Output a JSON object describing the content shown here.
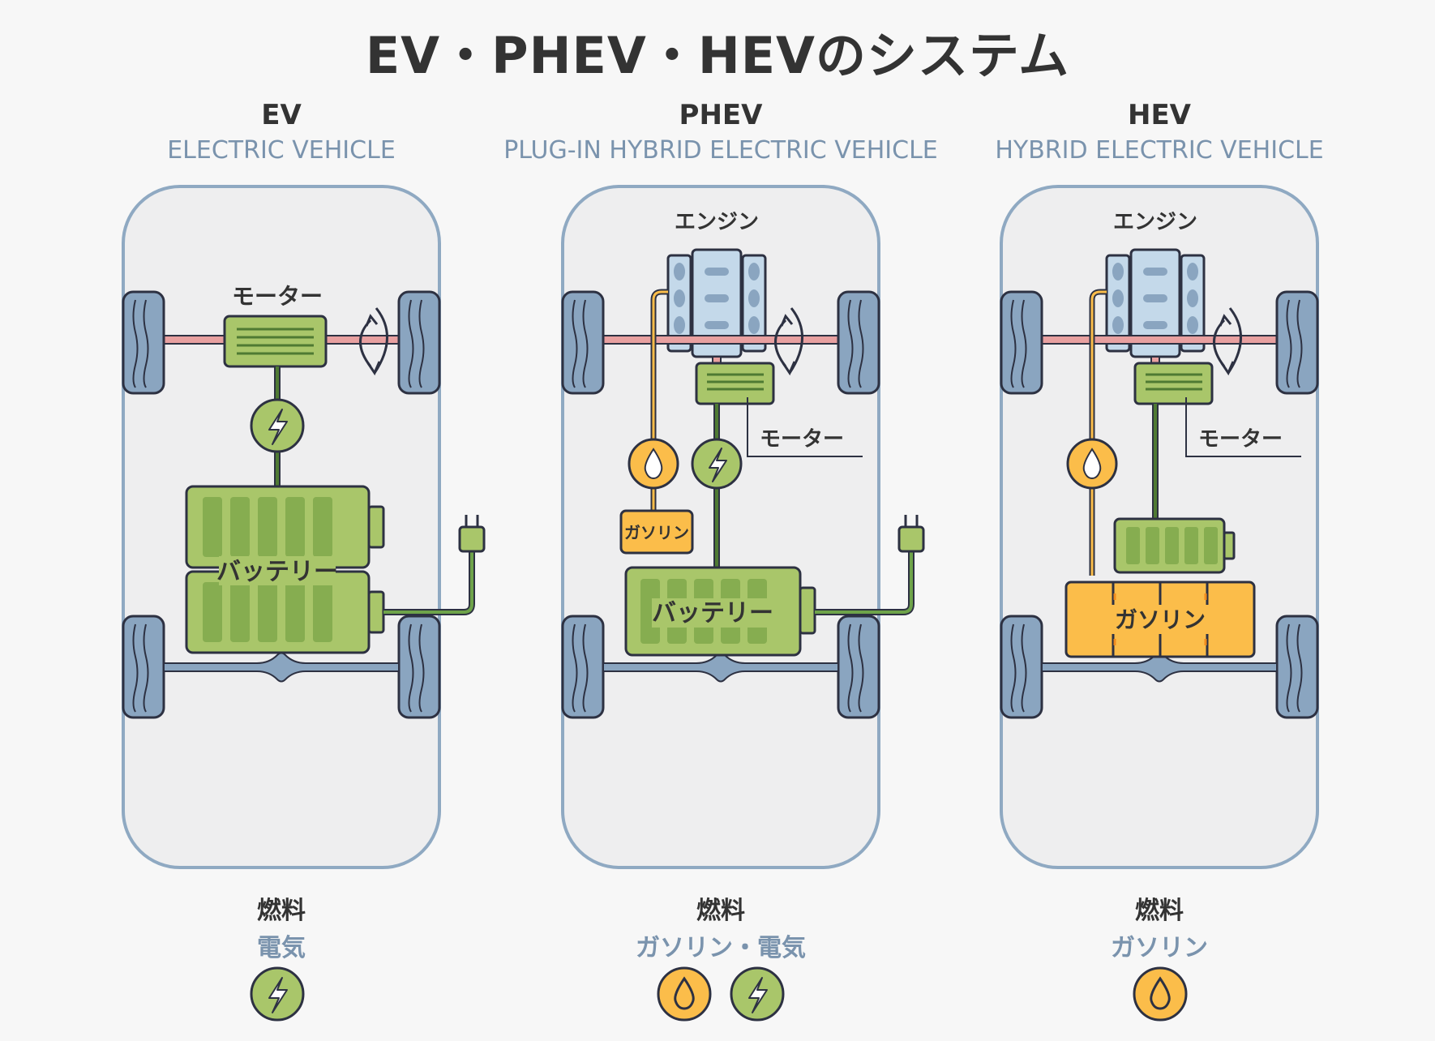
{
  "title": "EV・PHEV・HEVのシステム",
  "columns": [
    {
      "name": "EV",
      "subtitle": "ELECTRIC VEHICLE",
      "motor_label": "モーター",
      "battery_label": "バッテリー",
      "fuel_label": "燃料",
      "fuel_value": "電気",
      "fuel_icons": [
        "lightning-icon"
      ]
    },
    {
      "name": "PHEV",
      "subtitle": "PLUG-IN HYBRID ELECTRIC VEHICLE",
      "engine_label": "エンジン",
      "motor_label": "モーター",
      "gasoline_label": "ガソリン",
      "battery_label": "バッテリー",
      "fuel_label": "燃料",
      "fuel_value": "ガソリン・電気",
      "fuel_icons": [
        "fuel-drop-icon",
        "lightning-icon"
      ]
    },
    {
      "name": "HEV",
      "subtitle": "HYBRID ELECTRIC VEHICLE",
      "engine_label": "エンジン",
      "motor_label": "モーター",
      "gasoline_label": "ガソリン",
      "fuel_label": "燃料",
      "fuel_value": "ガソリン",
      "fuel_icons": [
        "fuel-drop-icon"
      ]
    }
  ],
  "colors": {
    "green": "#a9c66a",
    "green_dark": "#4f7a33",
    "orange": "#fbbd4a",
    "blue_engine": "#c4d9ea",
    "tire": "#8aa5c0",
    "axle": "#e8a0a0",
    "body_outline": "#8fa9c2",
    "outline": "#2d3142"
  }
}
